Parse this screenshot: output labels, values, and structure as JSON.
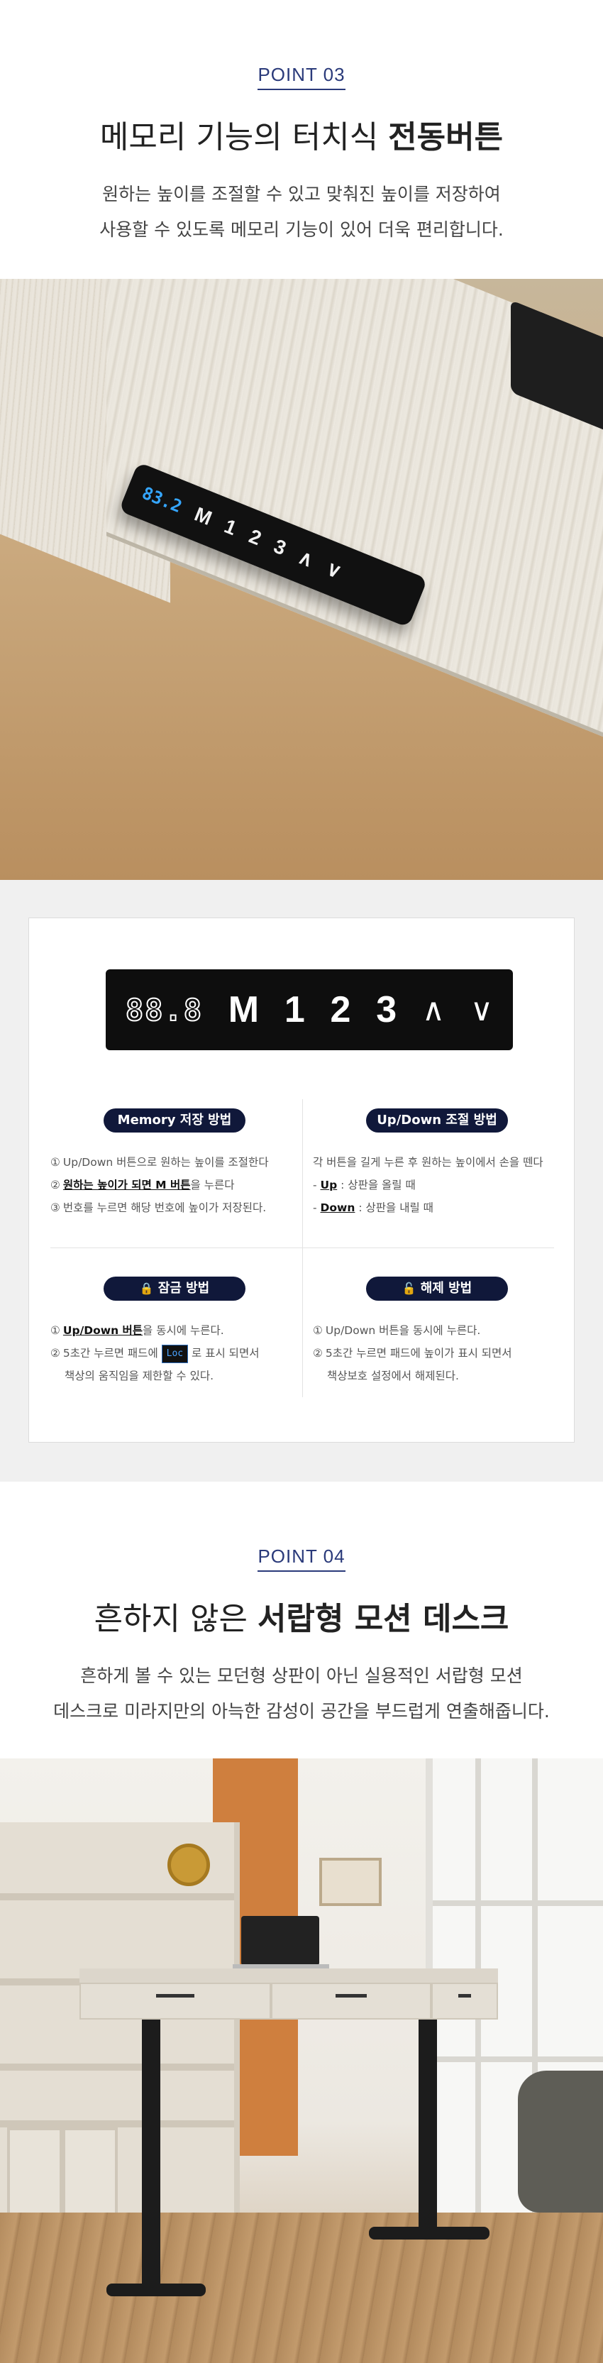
{
  "section1": {
    "point_label": "POINT 03",
    "headline_normal": "메모리 기능의 터치식 ",
    "headline_bold": "전동버튼",
    "desc_line1": "원하는 높이를 조절할 수 있고 맞춰진 높이를 저장하여",
    "desc_line2": "사용할 수 있도록 메모리 기능이 있어 더욱 편리합니다."
  },
  "photo1_panel": {
    "display": "83.2",
    "keys": [
      "M",
      "1",
      "2",
      "3",
      "∧",
      "∨"
    ]
  },
  "info": {
    "panel": {
      "display": "88.8",
      "keys": [
        "M",
        "1",
        "2",
        "3"
      ],
      "arrows": [
        "∧",
        "∨"
      ]
    },
    "memory": {
      "title": "Memory 저장 방법",
      "items": [
        {
          "num": "①",
          "text": "Up/Down 버튼으로 원하는 높이를 조절한다"
        },
        {
          "num": "②",
          "hl": "원하는 높이가 되면 M 버튼",
          "text": "을 누른다"
        },
        {
          "num": "③",
          "text": "번호를 누르면 해당 번호에 높이가 저장된다."
        }
      ]
    },
    "updown": {
      "title": "Up/Down 조절 방법",
      "line1": "각 버튼을 길게 누른 후 원하는 높이에서 손을 뗀다",
      "up_prefix": "- ",
      "up_hl": "Up",
      "up_text": " : 상판을 올릴 때",
      "down_prefix": "- ",
      "down_hl": "Down",
      "down_text": " : 상판을 내릴 때"
    },
    "lock": {
      "icon": "lock-icon",
      "title": "잠금 방법",
      "item1_num": "①",
      "item1_hl": "Up/Down 버튼",
      "item1_text": "을 동시에 누른다.",
      "item2_num": "②",
      "item2_pre": "5초간 누르면 패드에 ",
      "item2_lcd": "Loc",
      "item2_post": " 로 표시 되면서",
      "item2_line2": "책상의 움직임을 제한할 수 있다."
    },
    "unlock": {
      "icon": "unlock-icon",
      "title": "해제 방법",
      "item1_num": "①",
      "item1_text": "Up/Down 버튼을 동시에 누른다.",
      "item2_num": "②",
      "item2_text": "5초간 누르면 패드에 높이가 표시 되면서",
      "item2_line2": "책상보호 설정에서 해제된다."
    }
  },
  "section2": {
    "point_label": "POINT 04",
    "headline_normal": "흔하지 않은 ",
    "headline_bold": "서랍형 모션 데스크",
    "desc_line1": "흔하게 볼 수 있는 모던형 상판이 아닌 실용적인 서랍형 모션",
    "desc_line2": "데스크로 미라지만의 아늑한 감성이 공간을 부드럽게 연출해줍니다."
  },
  "colors": {
    "accent": "#2a3a7a",
    "pill_bg": "#10183a",
    "lcd_blue": "#35a6ff"
  }
}
